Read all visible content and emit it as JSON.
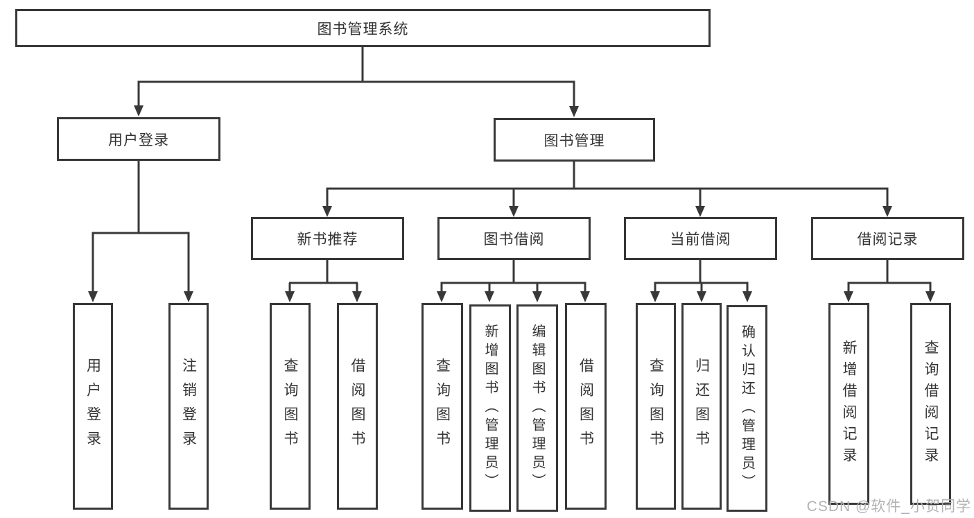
{
  "colors": {
    "line": "#383838",
    "text": "#333333",
    "background": "#ffffff",
    "watermark": "#b2b2b2"
  },
  "watermark": "CSDN @软件_小贺同学",
  "tree": {
    "root": {
      "label": "图书管理系统"
    },
    "branches": [
      {
        "label": "用户登录",
        "children": [
          {
            "label": "用户登录"
          },
          {
            "label": "注销登录"
          }
        ]
      },
      {
        "label": "图书管理",
        "children": [
          {
            "label": "新书推荐",
            "children": [
              {
                "label": "查询图书"
              },
              {
                "label": "借阅图书"
              }
            ]
          },
          {
            "label": "图书借阅",
            "children": [
              {
                "label": "查询图书"
              },
              {
                "label": "新增图书（管理员）"
              },
              {
                "label": "编辑图书（管理员）"
              },
              {
                "label": "借阅图书"
              }
            ]
          },
          {
            "label": "当前借阅",
            "children": [
              {
                "label": "查询图书"
              },
              {
                "label": "归还图书"
              },
              {
                "label": "确认归还（管理员）"
              }
            ]
          },
          {
            "label": "借阅记录",
            "children": [
              {
                "label": "新增借阅记录"
              },
              {
                "label": "查询借阅记录"
              }
            ]
          }
        ]
      }
    ]
  }
}
